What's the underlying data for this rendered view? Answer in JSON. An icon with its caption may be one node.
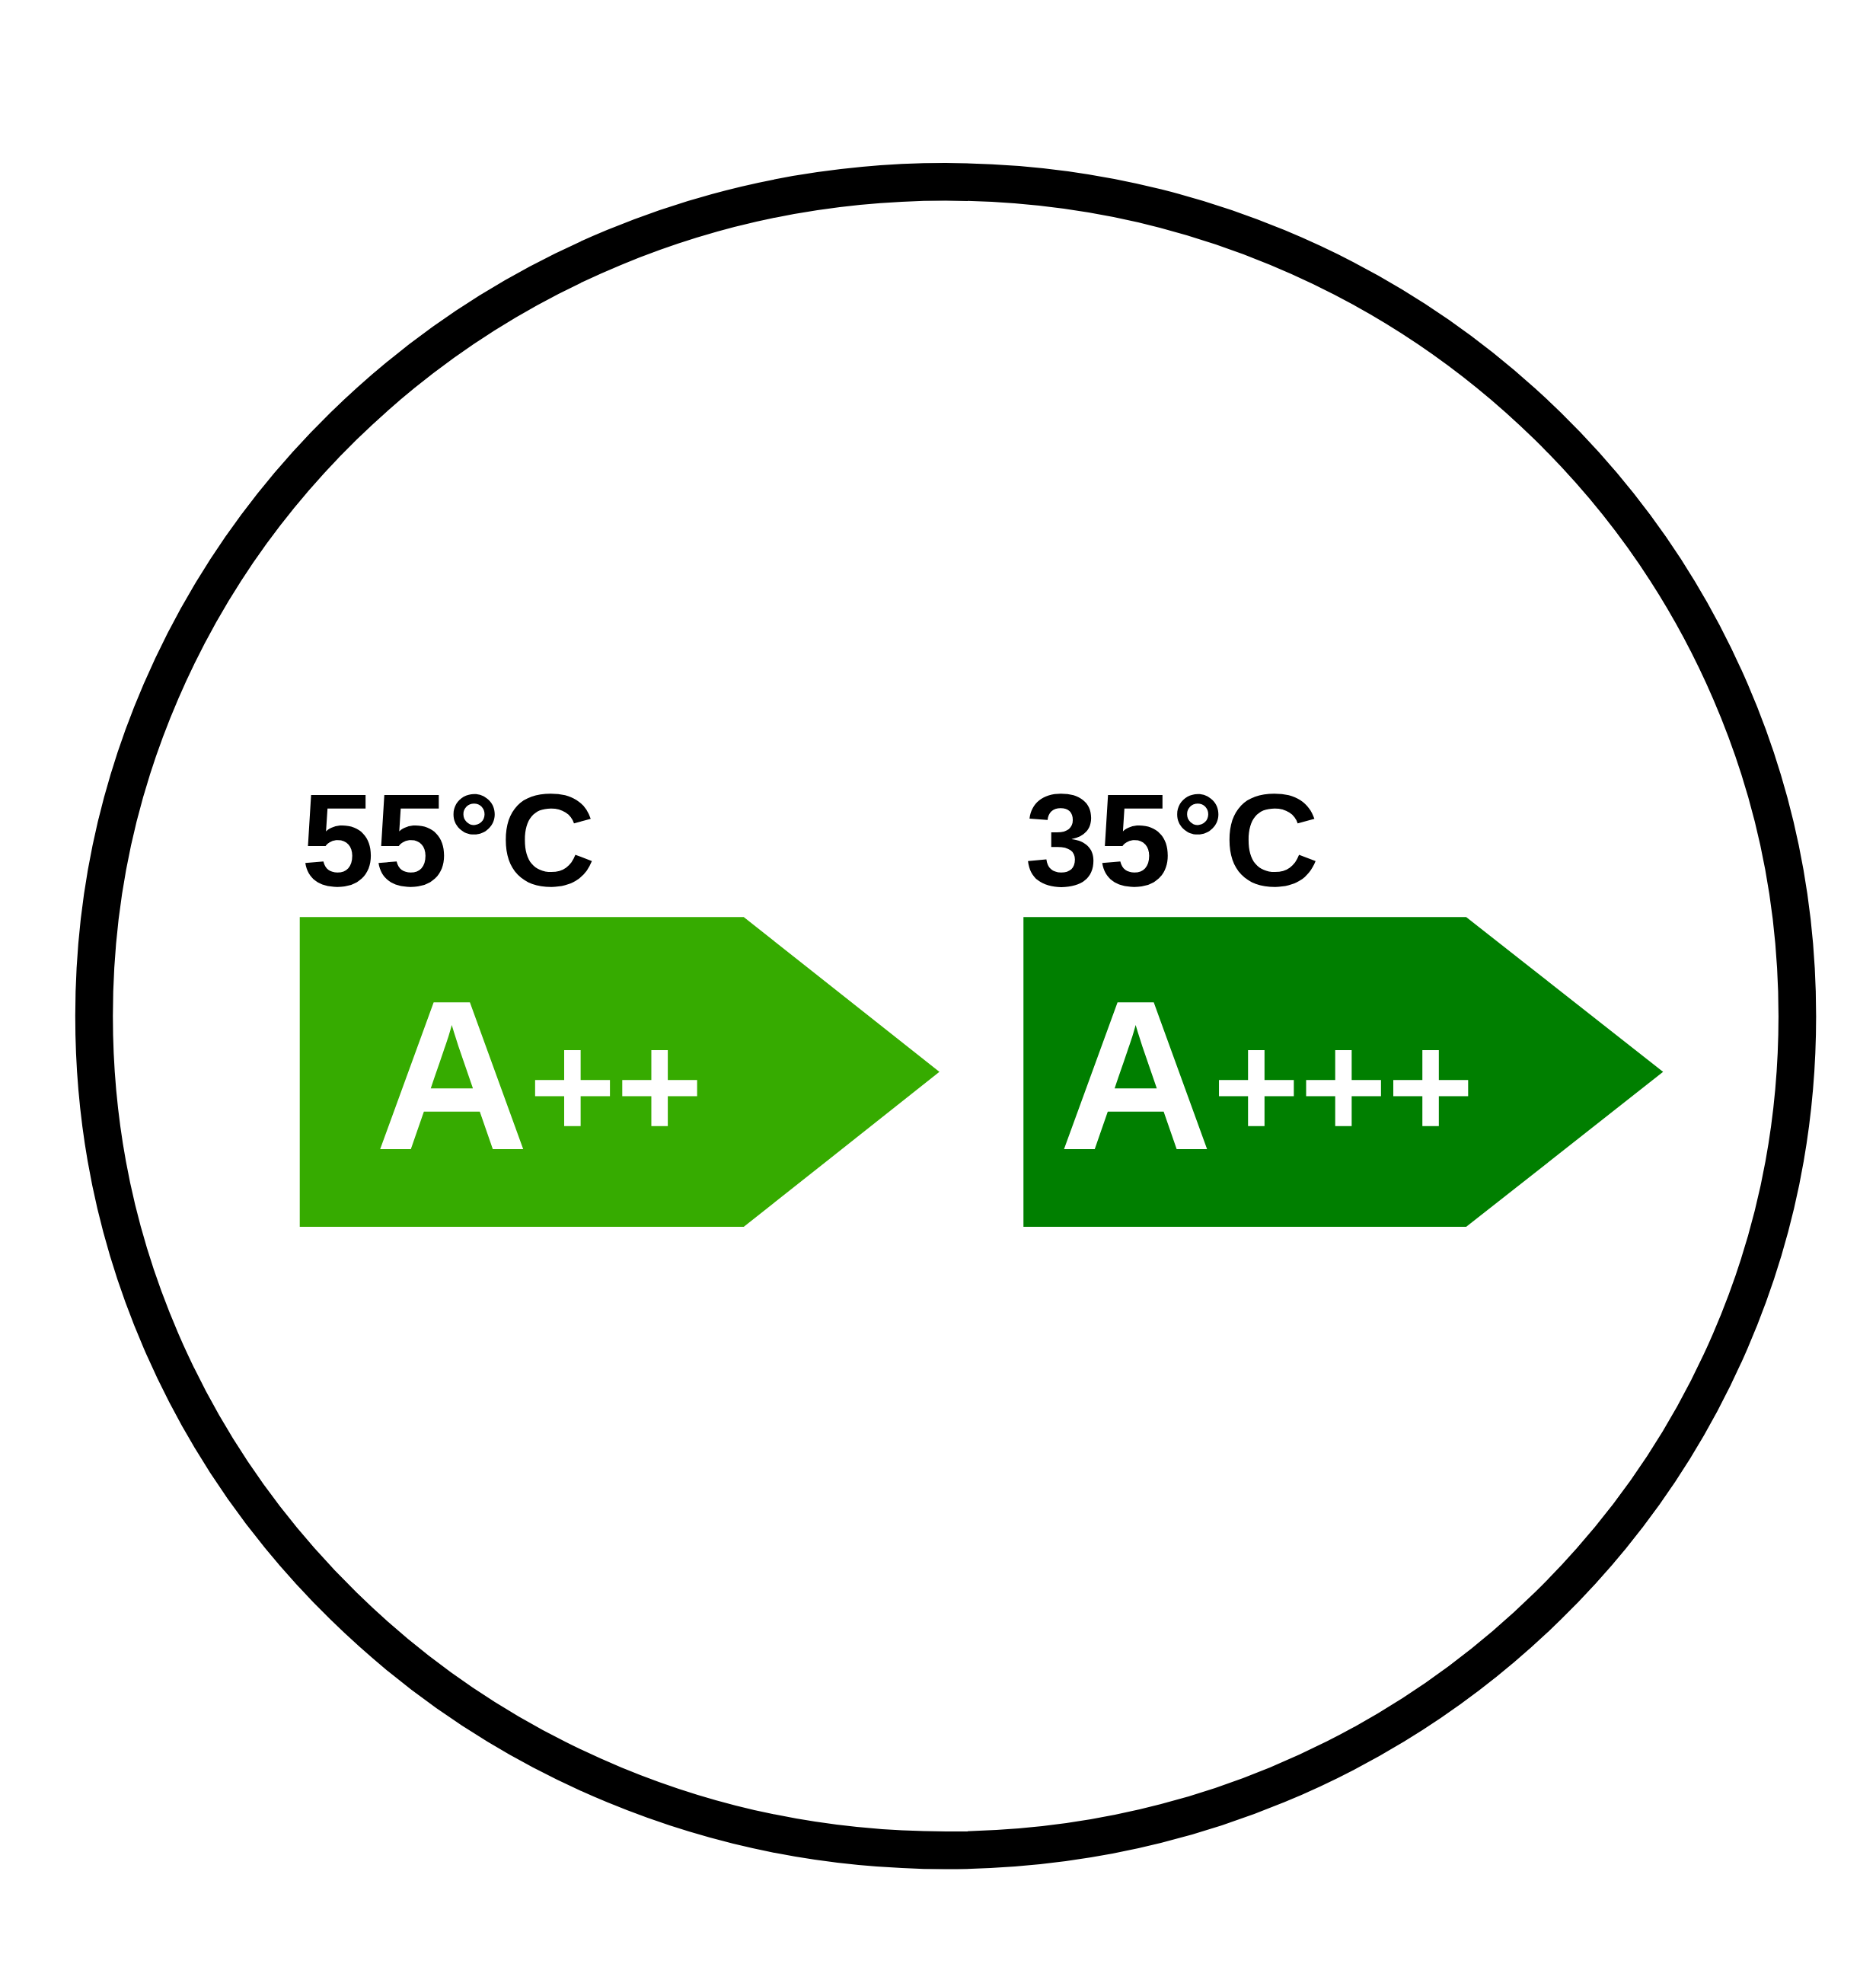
{
  "diagram": {
    "nodes": [
      {
        "text": [],
        "shape": "circle"
      },
      {
        "text": [
          "55°C",
          "A$^{++}$"
        ],
        "in": 0
      },
      {
        "text": [
          "35°C",
          "A$^{+++}$"
        ],
        "in": 0
      }
    ]
  }
}
